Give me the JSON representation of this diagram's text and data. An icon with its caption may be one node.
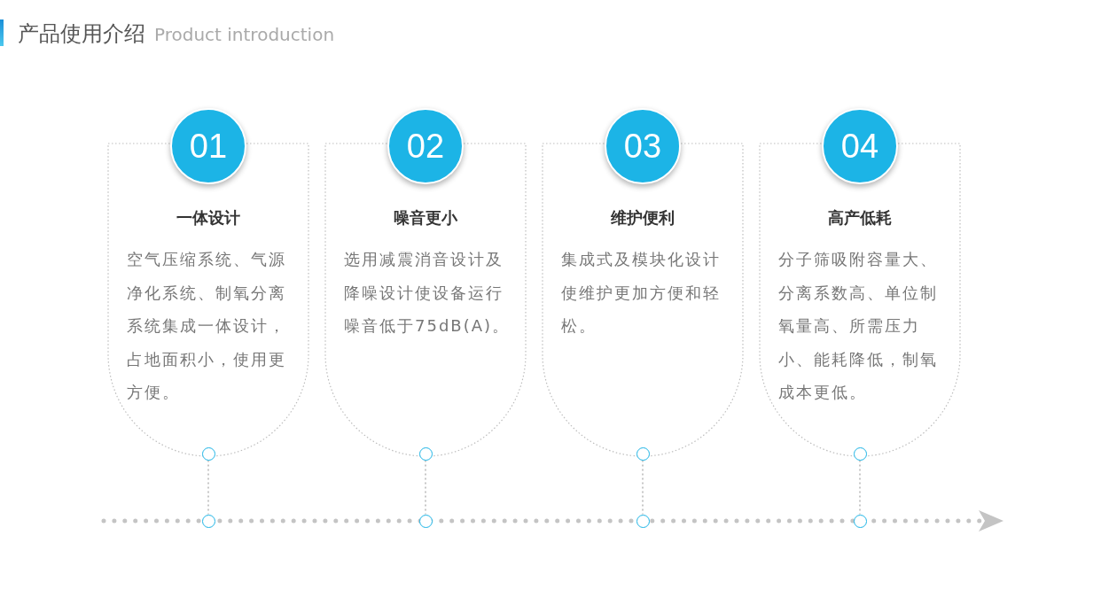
{
  "diagram": {
    "title": "产品使用介绍",
    "nodes": [
      {
        "text": [
          "01"
        ]
      },
      {
        "text": [
          "一体设计",
          "空气压缩系统、气源净化系统、制氧分离系统集成一体设计，占地面积小，使用更方便。"
        ]
      },
      {
        "text": [],
        "shape": "circle"
      },
      {
        "text": [],
        "shape": "circle"
      },
      {
        "text": [
          "02"
        ]
      },
      {
        "text": [
          "噪音更小",
          "选用减震消音设计及降噪设计使设备运行噪音低于75dB(A)。"
        ]
      },
      {
        "text": [],
        "shape": "circle"
      },
      {
        "text": [],
        "shape": "circle"
      },
      {
        "text": [
          "03"
        ]
      },
      {
        "text": [
          "维护便利",
          "集成式及模块化设计使维护更加方便和轻松。"
        ]
      },
      {
        "text": [],
        "shape": "circle"
      },
      {
        "text": [],
        "shape": "circle"
      },
      {
        "text": [
          "04"
        ]
      },
      {
        "text": [
          "高产低耗",
          "分子筛吸附容量大、分离系数高、单位制氧量高、所需压力小、能耗降低，制氧成本更低。"
        ]
      },
      {
        "text": [],
        "shape": "circle"
      },
      {
        "text": [],
        "shape": "circle"
      }
    ],
    "edges": [
      {
        "from": 2,
        "to": 3,
        "arrow": "none",
        "style": "dashed"
      },
      {
        "from": 6,
        "to": 7,
        "arrow": "none",
        "style": "dashed"
      },
      {
        "from": 10,
        "to": 11,
        "arrow": "none",
        "style": "dashed"
      },
      {
        "from": 14,
        "to": 15,
        "arrow": "none",
        "style": "dashed"
      }
    ],
    "labels": [
      "Product introduction"
    ]
  }
}
